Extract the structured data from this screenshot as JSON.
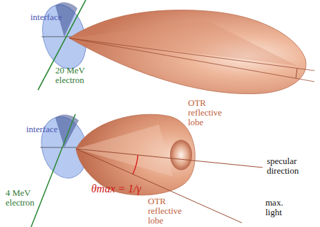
{
  "diagram": {
    "labels": [
      "interface",
      "20 MeV electron",
      "OTR reflective lobe",
      "interface",
      "4 MeV electron",
      "OTR reflective lobe",
      "specular direction",
      "max. light",
      "θmax = 1/γ"
    ]
  }
}
